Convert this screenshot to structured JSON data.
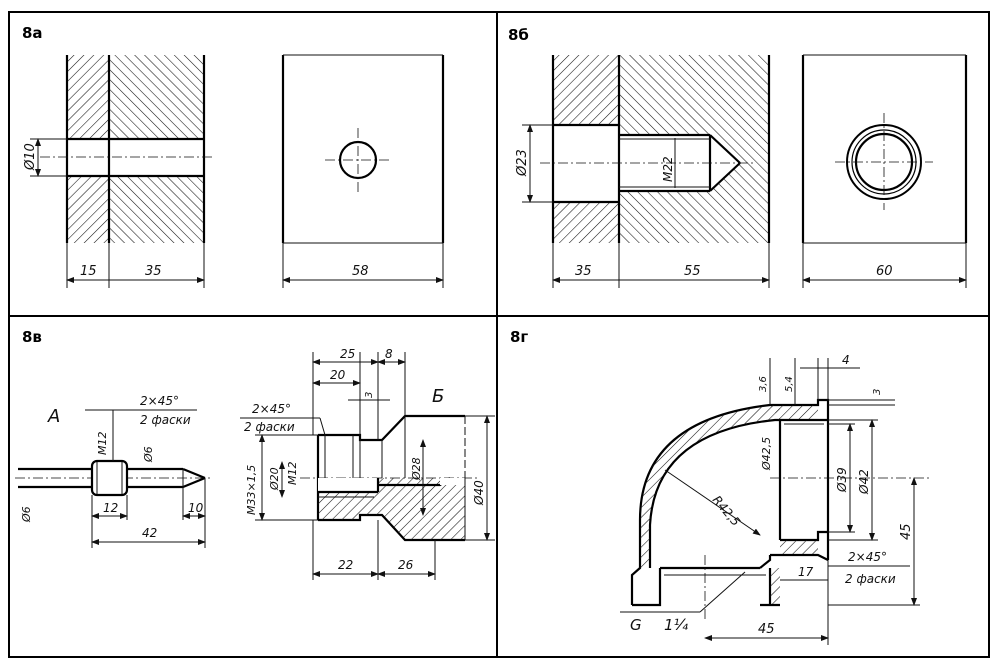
{
  "panels": {
    "a": {
      "title": "8а",
      "dims": {
        "hole_d": "Ø10",
        "w1": "15",
        "w2": "35",
        "w3": "58"
      }
    },
    "b": {
      "title": "8б",
      "dims": {
        "hole_d": "Ø23",
        "thread": "M22",
        "w1": "35",
        "w2": "55",
        "w3": "60"
      }
    },
    "c": {
      "title": "8в",
      "view_a": "А",
      "view_b": "Б",
      "dims": {
        "chamfer1": "2×45°",
        "chamfer1_note": "2 фаски",
        "m12a": "M12",
        "d6": "Ø6",
        "d6b": "Ø6",
        "len12": "12",
        "len10": "10",
        "len42": "42",
        "chamfer2": "2×45°",
        "chamfer2_note": "2 фаски",
        "d25": "25",
        "d8": "8",
        "d20": "20",
        "d3": "3",
        "m33": "M33×1,5",
        "d20b": "Ø20",
        "m12b": "M12",
        "d28": "Ø28",
        "d40": "Ø40",
        "len22": "22",
        "len26": "26"
      }
    },
    "d": {
      "title": "8г",
      "dims": {
        "d36": "3,6",
        "d54": "5,4",
        "d4": "4",
        "d3": "3",
        "d425": "Ø42,5",
        "d39": "Ø39",
        "d42": "Ø42",
        "r425": "R42,5",
        "v45": "45",
        "chamfer": "2×45°",
        "chamfer_note": "2 фаски",
        "d17": "17",
        "g": "G",
        "g_size": "1¼",
        "h45": "45"
      }
    }
  }
}
